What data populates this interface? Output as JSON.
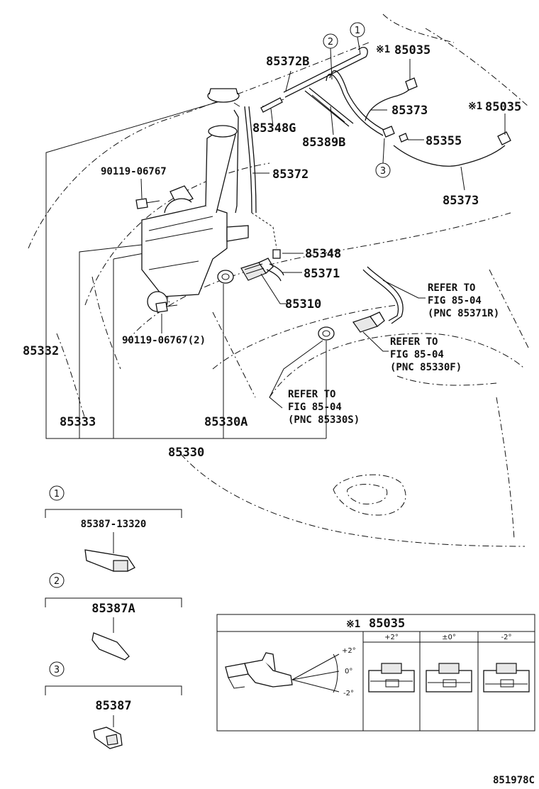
{
  "labels": {
    "p85372B": "85372B",
    "p85035a": "85035",
    "p85035b": "85035",
    "note_mark_a": "※1",
    "note_mark_b": "※1",
    "p85373a": "85373",
    "p85373b": "85373",
    "p85348G": "85348G",
    "p85389B": "85389B",
    "p85355": "85355",
    "p90119a": "90119-06767",
    "p85372": "85372",
    "p85348": "85348",
    "p85371": "85371",
    "p85310": "85310",
    "p90119b": "90119-06767(2)",
    "p85332": "85332",
    "p85333": "85333",
    "p85330A": "85330A",
    "p85330": "85330",
    "ref1_l1": "REFER TO",
    "ref1_l2": "FIG 85-04",
    "ref1_l3": "(PNC 85371R)",
    "ref2_l1": "REFER TO",
    "ref2_l2": "FIG 85-04",
    "ref2_l3": "(PNC 85330F)",
    "ref3_l1": "REFER TO",
    "ref3_l2": "FIG 85-04",
    "ref3_l3": "(PNC 85330S)"
  },
  "callouts": {
    "c1": "1",
    "c2": "2",
    "c3": "3"
  },
  "details": {
    "d1_num": "1",
    "d1_part": "85387-13320",
    "d2_num": "2",
    "d2_part": "85387A",
    "d3_num": "3",
    "d3_part": "85387"
  },
  "nozzle_table": {
    "mark": "※1",
    "part": "85035",
    "angle_plus": "+2°",
    "angle_zero": "0°",
    "angle_minus": "-2°",
    "col1": "+2°",
    "col2": "±0°",
    "col3": "-2°",
    "icon": "nozzle-adjustment-icon"
  },
  "figure_id": "851978C"
}
